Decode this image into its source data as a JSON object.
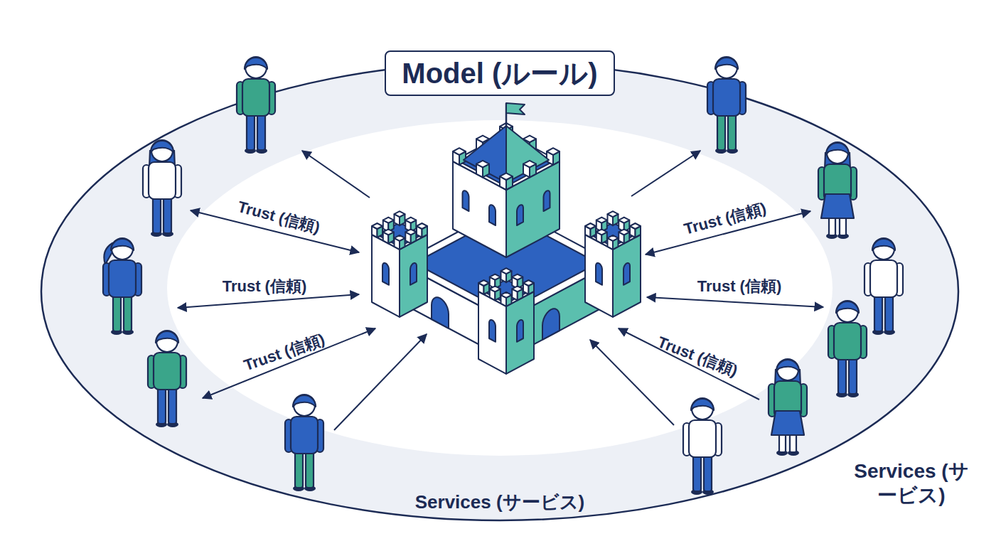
{
  "diagram": {
    "nodes": [
      {
        "text": [
          "Model (ルール)"
        ]
      }
    ],
    "labels": [
      "Trust (信頼)",
      "Trust (信頼)",
      "Trust (信頼)",
      "Trust (信頼)",
      "Trust (信頼)",
      "Trust (信頼)",
      "Services (サービス)",
      "Services (サービス)"
    ]
  }
}
